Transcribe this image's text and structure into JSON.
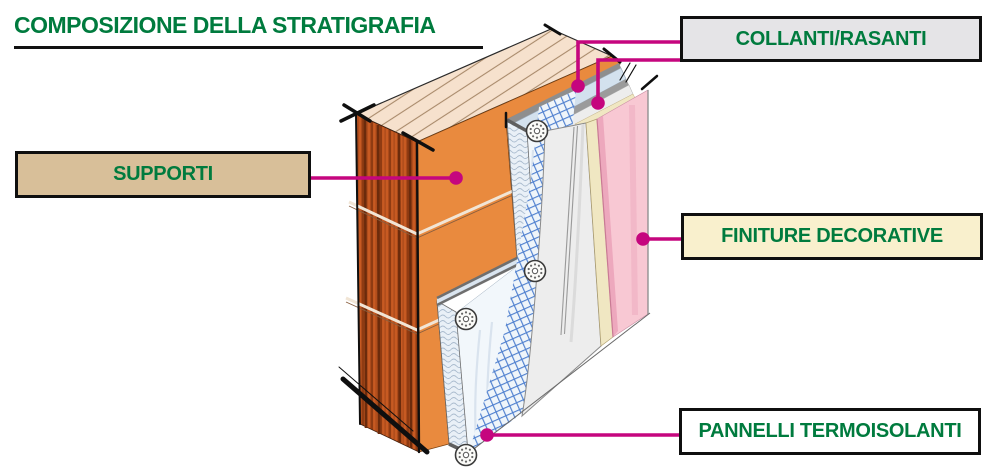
{
  "title": {
    "text": "COMPOSIZIONE DELLA STRATIGRAFIA",
    "color": "#007B3E"
  },
  "labels": {
    "collanti": {
      "text": "COLLANTI/RASANTI",
      "fill": "#E5E4E7"
    },
    "supporti": {
      "text": "SUPPORTI",
      "fill": "#D8BF99"
    },
    "finiture": {
      "text": "FINITURE DECORATIVE",
      "fill": "#F9F0CD"
    },
    "pannelli": {
      "text": "PANNELLI TERMOISOLANTI",
      "fill": "#FFFFFF"
    }
  },
  "leader": {
    "color": "#C5067E"
  },
  "diagram": {
    "type": "isometric-wall-stratigraphy-cutaway",
    "layers": [
      {
        "name": "supporto (muratura)",
        "label": "SUPPORTI"
      },
      {
        "name": "collante",
        "label": "COLLANTI/RASANTI"
      },
      {
        "name": "pannello termoisolante",
        "label": "PANNELLI TERMOISOLANTI"
      },
      {
        "name": "rasante con rete di armatura",
        "label": "COLLANTI/RASANTI"
      },
      {
        "name": "finitura decorativa",
        "label": "FINITURE DECORATIVE"
      }
    ],
    "colors": {
      "wall_orange": "#E98A3E",
      "wall_side_brick": "#C75A22",
      "brick_stripe": "#8F3B12",
      "hatch_bg": "#F6E1CD",
      "hatch_line": "#A98A6B",
      "adhesive_gray": "#8E8E8E",
      "rasante_gray": "#9B9B9B",
      "insul_band": "#D3E1EE",
      "insul_face": "#F2F7FB",
      "insul_cross_bg": "#E9F0F7",
      "insul_wave": "#A8BACD",
      "mesh_blue": "#4F80CF",
      "coat_white": "#EDEDED",
      "primer_cream": "#F0E7C2",
      "finish_pink": "#F8C8D3",
      "finish_pink_shade": "#EDA8BD",
      "joint_fill": "#D9E4EF",
      "edge_dark": "#6F6F6F",
      "tick_black": "#0F0F0F"
    }
  }
}
